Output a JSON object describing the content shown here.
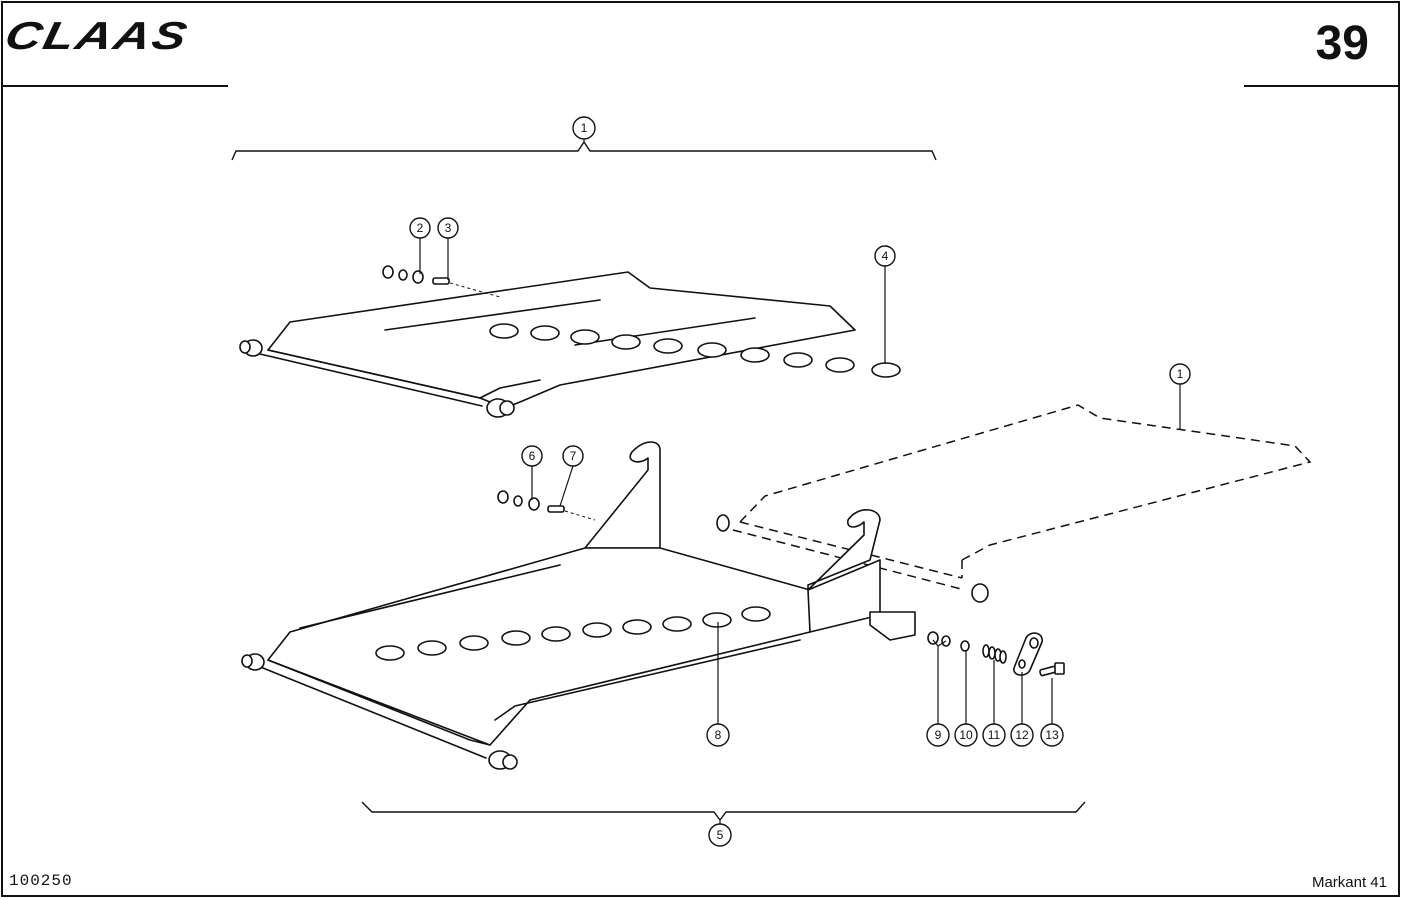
{
  "header": {
    "brand": "CLAAS",
    "page_number": "39"
  },
  "footer": {
    "drawing_id": "100250",
    "model": "Markant 41"
  },
  "callouts": [
    {
      "id": "callout-1-top",
      "label": "1"
    },
    {
      "id": "callout-2",
      "label": "2"
    },
    {
      "id": "callout-3",
      "label": "3"
    },
    {
      "id": "callout-4",
      "label": "4"
    },
    {
      "id": "callout-1-right",
      "label": "1"
    },
    {
      "id": "callout-6",
      "label": "6"
    },
    {
      "id": "callout-7",
      "label": "7"
    },
    {
      "id": "callout-8",
      "label": "8"
    },
    {
      "id": "callout-9",
      "label": "9"
    },
    {
      "id": "callout-10",
      "label": "10"
    },
    {
      "id": "callout-11",
      "label": "11"
    },
    {
      "id": "callout-12",
      "label": "12"
    },
    {
      "id": "callout-13",
      "label": "13"
    },
    {
      "id": "callout-5",
      "label": "5"
    }
  ]
}
